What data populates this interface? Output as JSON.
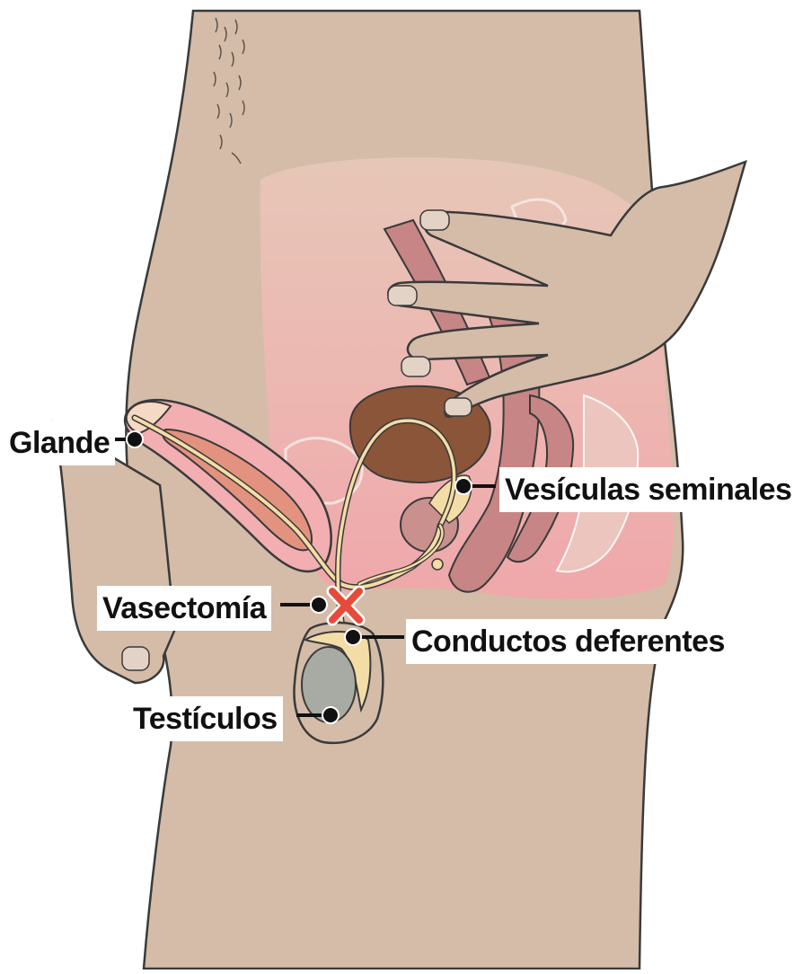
{
  "labels": {
    "glande": "Glande",
    "vesiculas": "Vesículas seminales",
    "vasectomia": "Vasectomía",
    "conductos": "Conductos deferentes",
    "testiculos": "Testículos"
  },
  "colors": {
    "skin": "#d4bca8",
    "outline": "#3a3a3a",
    "pelvis_pink": "#f0a8ac",
    "penis_pink": "#f2aeb1",
    "corpus": "#e39280",
    "duct": "#f3dca6",
    "bladder": "#8b553a",
    "rectum": "#c78585",
    "bone": "#ecc8c0",
    "testis": "#a8aaa4",
    "cut_mark": "#e84a3a",
    "leader": "#111111"
  },
  "icons": {
    "cut": "x-mark-icon"
  }
}
